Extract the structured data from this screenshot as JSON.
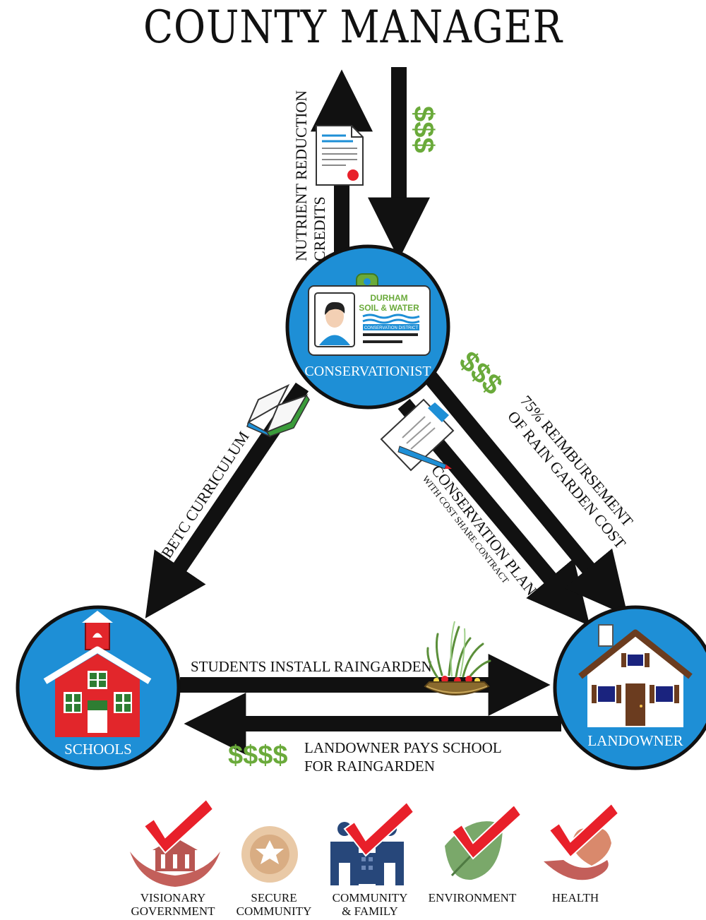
{
  "title": "COUNTY MANAGER",
  "nodes": {
    "conservationist": "CONSERVATIONIST",
    "schools": "SCHOOLS",
    "landowner": "LANDOWNER"
  },
  "badge": {
    "line1": "DURHAM",
    "line2": "SOIL & WATER",
    "line3": "CONSERVATION DISTRICT"
  },
  "flows": {
    "credits_line1": "NUTRIENT REDUCTION",
    "credits_line2": "CREDITS",
    "county_money": "$$$",
    "reimbursement_money": "$$$",
    "reimbursement_line1": "75% REIMBURSEMENT",
    "reimbursement_line2": "OF RAIN GARDEN COST",
    "plan_line1": "CONSERVATION PLAN",
    "plan_line2": "WITH COST SHARE CONTRACT",
    "curriculum": "BETC CURRICULUM",
    "install": "STUDENTS INSTALL RAINGARDEN",
    "payment_money": "$$$$",
    "payment_line1": "LANDOWNER PAYS SCHOOL",
    "payment_line2": "FOR RAINGARDEN"
  },
  "goals": [
    {
      "line1": "VISIONARY",
      "line2": "GOVERNMENT",
      "icon": "visionary-government-icon"
    },
    {
      "line1": "SECURE",
      "line2": "COMMUNITY",
      "icon": "secure-community-icon"
    },
    {
      "line1": "COMMUNITY",
      "line2": "& FAMILY",
      "icon": "community-family-icon"
    },
    {
      "line1": "ENVIRONMENT",
      "line2": "",
      "icon": "environment-icon"
    },
    {
      "line1": "HEALTH",
      "line2": "",
      "icon": "health-icon"
    }
  ],
  "colors": {
    "node_blue": "#1e8fd6",
    "arrow": "#111111",
    "money_green": "#6aaa3a",
    "check_red": "#e8202a"
  }
}
